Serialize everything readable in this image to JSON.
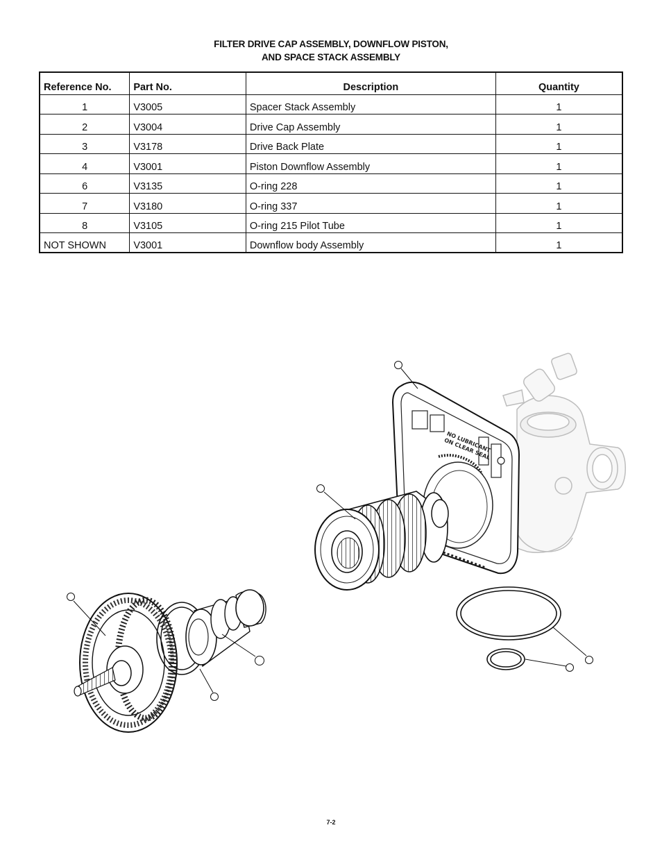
{
  "document": {
    "title_line1": "FILTER DRIVE CAP ASSEMBLY, DOWNFLOW PISTON,",
    "title_line2": "AND SPACE STACK ASSEMBLY",
    "page_number": "7-2"
  },
  "table": {
    "headers": [
      "Reference No.",
      "Part No.",
      "Description",
      "Quantity"
    ],
    "rows": [
      {
        "ref": "1",
        "part": "V3005",
        "desc": "Spacer Stack Assembly",
        "qty": "1"
      },
      {
        "ref": "2",
        "part": "V3004",
        "desc": "Drive Cap Assembly",
        "qty": "1"
      },
      {
        "ref": "3",
        "part": "V3178",
        "desc": "Drive Back Plate",
        "qty": "1"
      },
      {
        "ref": "4",
        "part": "V3001",
        "desc": "Piston Downflow Assembly",
        "qty": "1"
      },
      {
        "ref": "6",
        "part": "V3135",
        "desc": "O-ring 228",
        "qty": "1"
      },
      {
        "ref": "7",
        "part": "V3180",
        "desc": "O-ring 337",
        "qty": "1"
      },
      {
        "ref": "8",
        "part": "V3105",
        "desc": "O-ring 215 Pilot Tube",
        "qty": "1"
      },
      {
        "ref": "NOT SHOWN",
        "part": "V3001",
        "desc": "Downflow body Assembly",
        "qty": "1"
      }
    ]
  },
  "diagram": {
    "plate_label_line1": "NO LUBRICANT",
    "plate_label_line2": "ON CLEAR SEAL"
  }
}
